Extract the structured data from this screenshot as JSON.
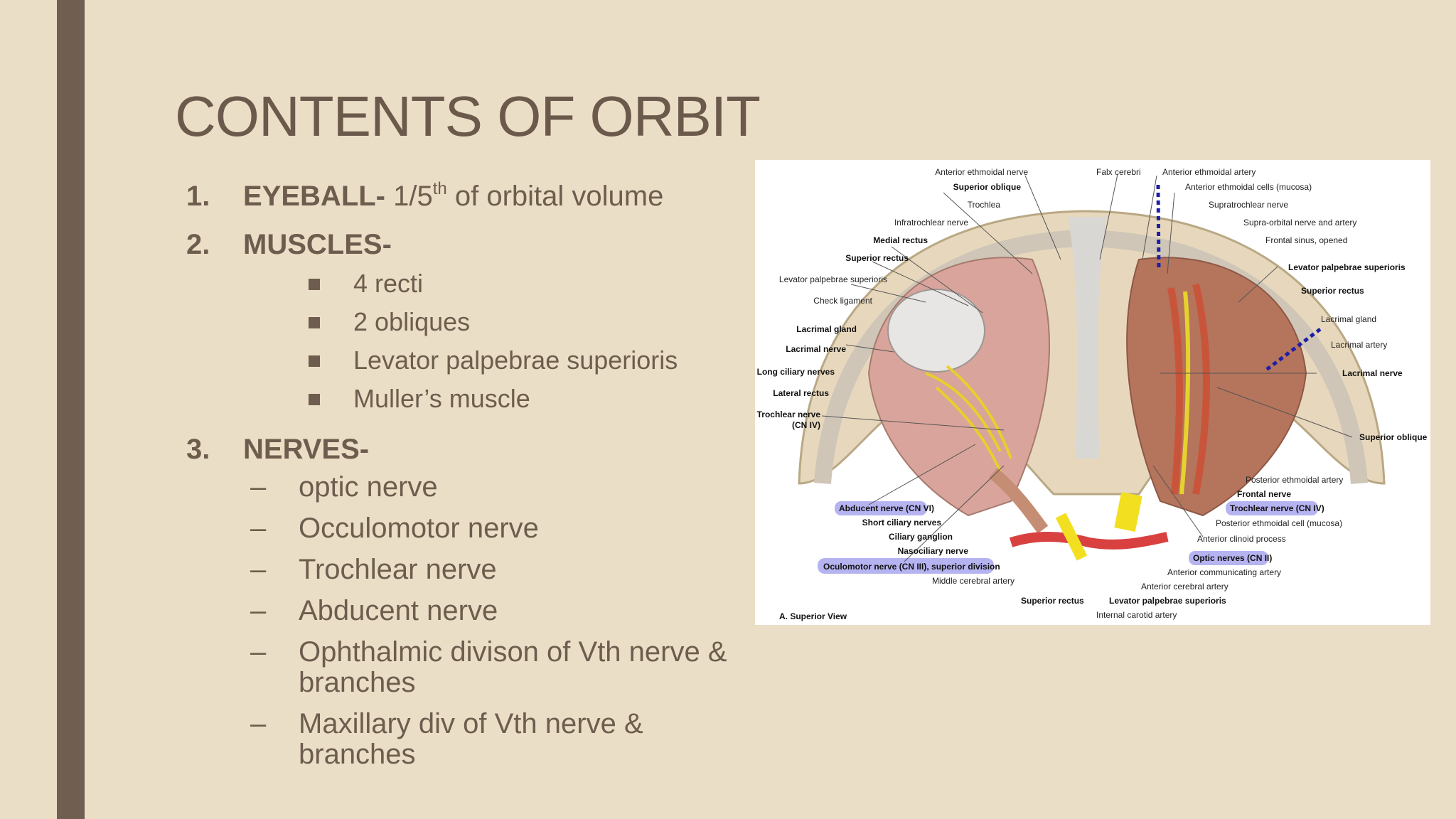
{
  "slide": {
    "title": "CONTENTS OF ORBIT",
    "sections": [
      {
        "number": "1.",
        "heading": "EYEBALL-",
        "text_before_sup": " 1/5",
        "sup": "th",
        "text_after_sup": " of orbital volume"
      },
      {
        "number": "2.",
        "heading": "MUSCLES-",
        "items": [
          "4 recti",
          "2 obliques",
          "Levator palpebrae superioris",
          "Muller’s muscle"
        ]
      },
      {
        "number": "3.",
        "heading": "NERVES-",
        "items": [
          "optic nerve",
          "Occulomotor nerve",
          "Trochlear nerve",
          "Abducent nerve",
          "Ophthalmic divison of Vth nerve & branches",
          "Maxillary div of Vth nerve & branches"
        ]
      }
    ],
    "bullet_dash": "–"
  },
  "figure": {
    "caption": "A. Superior View",
    "labels": {
      "ant_ethmoidal_nerve": "Anterior ethmoidal nerve",
      "falx_cerebri": "Falx cerebri",
      "ant_ethmoidal_artery": "Anterior ethmoidal artery",
      "superior_oblique_top": "Superior oblique",
      "ant_ethmoidal_cells": "Anterior ethmoidal cells (mucosa)",
      "trochlea": "Trochlea",
      "supratrochlear_nerve": "Supratrochlear nerve",
      "infratrochlear_nerve": "Infratrochlear nerve",
      "supraorbital": "Supra-orbital nerve and artery",
      "medial_rectus": "Medial rectus",
      "frontal_sinus": "Frontal sinus, opened",
      "superior_rectus_left": "Superior rectus",
      "levator_right": "Levator palpebrae superioris",
      "levator_left": "Levator palpebrae superioris",
      "superior_rectus_right": "Superior rectus",
      "check_ligament": "Check ligament",
      "lacrimal_gland_right": "Lacrimal gland",
      "lacrimal_gland_left": "Lacrimal gland",
      "lacrimal_artery": "Lacrimal artery",
      "lacrimal_nerve_left": "Lacrimal nerve",
      "lacrimal_nerve_right": "Lacrimal nerve",
      "long_ciliary": "Long ciliary nerves",
      "lateral_rectus": "Lateral rectus",
      "trochlear_nerve_l1": "Trochlear nerve",
      "trochlear_nerve_l2": "(CN IV)",
      "superior_oblique_right": "Superior oblique",
      "post_ethmoidal_artery": "Posterior ethmoidal artery",
      "frontal_nerve": "Frontal nerve",
      "abducent_nerve": "Abducent nerve (CN VI)",
      "trochlear_nerve_right": "Trochlear nerve (CN IV)",
      "short_ciliary": "Short ciliary nerves",
      "post_ethmoidal_cell": "Posterior ethmoidal cell (mucosa)",
      "ciliary_ganglion": "Ciliary ganglion",
      "ant_clinoid": "Anterior clinoid process",
      "nasociliary": "Nasociliary nerve",
      "optic_nerves": "Optic nerves (CN II)",
      "oculomotor": "Oculomotor nerve (CN III), superior division",
      "ant_communicating": "Anterior communicating artery",
      "middle_cerebral": "Middle cerebral artery",
      "ant_cerebral": "Anterior cerebral artery",
      "superior_rectus_bottom": "Superior rectus",
      "levator_bottom": "Levator palpebrae superioris",
      "internal_carotid": "Internal carotid artery"
    }
  }
}
